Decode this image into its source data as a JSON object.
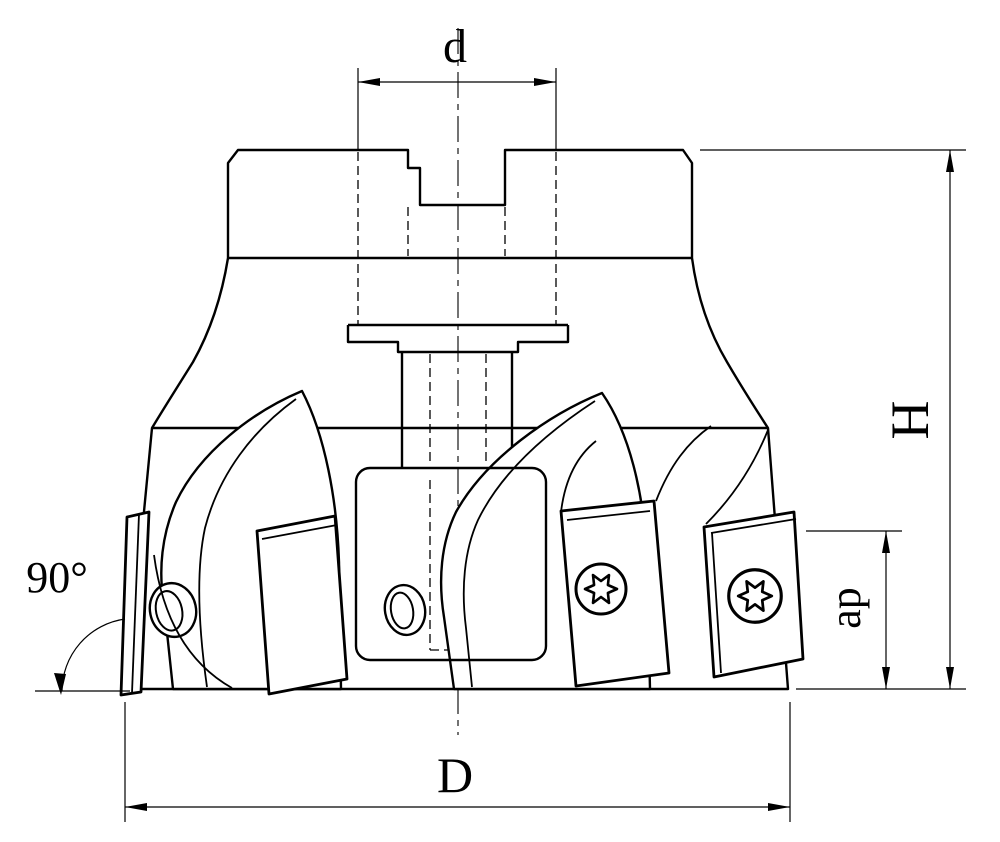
{
  "labels": {
    "bore_diameter": "d",
    "outer_diameter": "D",
    "height": "H",
    "depth_of_cut": "ap",
    "lead_angle": "90°"
  },
  "colors": {
    "line": "#000000",
    "background": "#ffffff"
  }
}
